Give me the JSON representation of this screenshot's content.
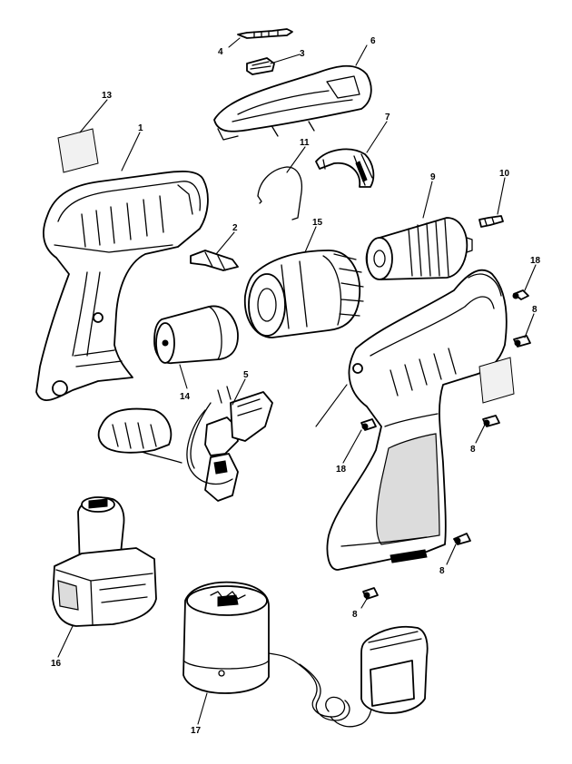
{
  "callouts": {
    "c1": "1",
    "c2": "2",
    "c3": "3",
    "c4": "4",
    "c5": "5",
    "c6": "6",
    "c7": "7",
    "c8a": "8",
    "c8b": "8",
    "c8c": "8",
    "c8d": "8",
    "c9": "9",
    "c10": "10",
    "c11": "11",
    "c13": "13",
    "c14": "14",
    "c15": "15",
    "c16": "16",
    "c17": "17",
    "c18a": "18",
    "c18b": "18"
  },
  "colors": {
    "line": "#000000",
    "background": "#ffffff",
    "shade": "#dcdcdc"
  }
}
